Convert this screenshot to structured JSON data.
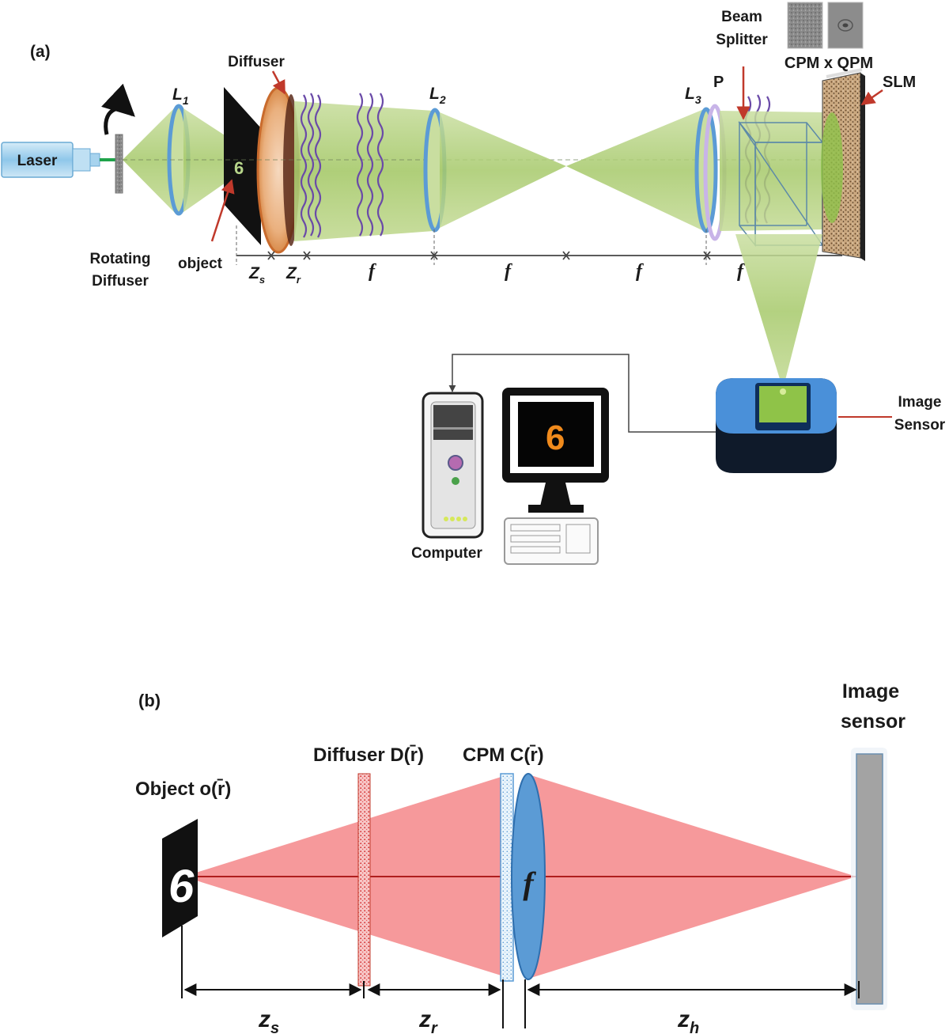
{
  "panel_a": {
    "panel_label": "(a)",
    "laser": "Laser",
    "rotating_diffuser": [
      "Rotating",
      "Diffuser"
    ],
    "object": "object",
    "diffuser": "Diffuser",
    "lens1": {
      "main": "L",
      "sub": "1"
    },
    "lens2": {
      "main": "L",
      "sub": "2"
    },
    "lens3": {
      "main": "L",
      "sub": "3"
    },
    "polarizer": "P",
    "beam_splitter": [
      "Beam",
      "Splitter"
    ],
    "cpm_qpm": "CPM x QPM",
    "slm": "SLM",
    "image_sensor": [
      "Image",
      "Sensor"
    ],
    "computer": "Computer",
    "monitor_digit": "6",
    "object_digit": "6",
    "distances": {
      "zs": {
        "main": "Z",
        "sub": "s"
      },
      "zr": {
        "main": "Z",
        "sub": "r"
      },
      "f1": "f",
      "f2": "f",
      "f3": "f",
      "f4": "f"
    }
  },
  "panel_b": {
    "panel_label": "(b)",
    "object_label": "Object o(r̄)",
    "object_digit": "6",
    "diffuser_label": "Diffuser D(r̄)",
    "cpm_label": "CPM C(r̄)",
    "lens_label": "f",
    "image_sensor": [
      "Image",
      "sensor"
    ],
    "distances": {
      "zs": {
        "main": "z",
        "sub": "s"
      },
      "zr": {
        "main": "z",
        "sub": "r"
      },
      "zh": {
        "main": "z",
        "sub": "h"
      }
    }
  },
  "colors": {
    "beam_green": "#a6c96a",
    "lens_blue": "#5b9bd5",
    "cone_red": "#f4878a",
    "axis_red": "#b01e1e",
    "diffuser_red": "#e0302a"
  }
}
